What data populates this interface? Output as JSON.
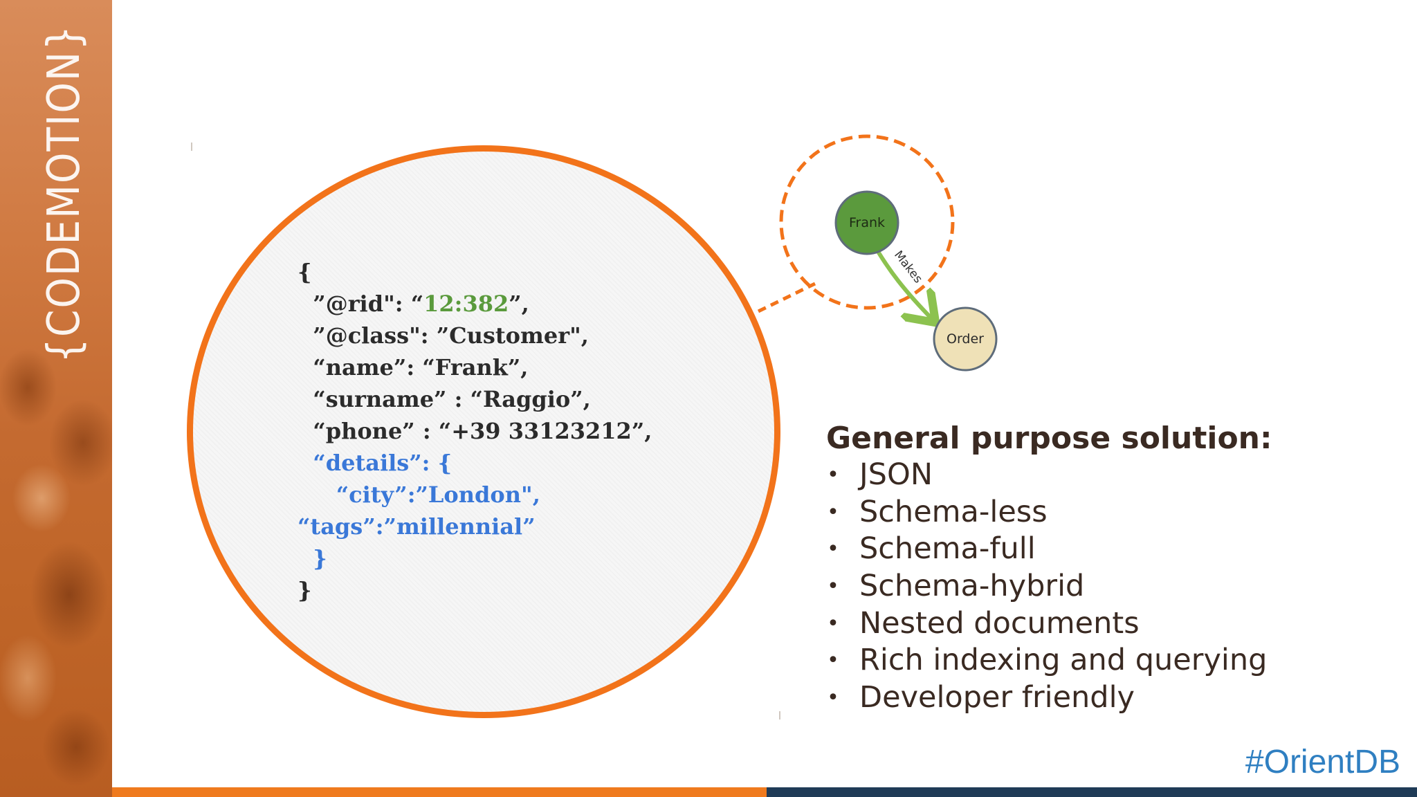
{
  "brand": {
    "logo_text": "{CODEMOTION}",
    "colors": {
      "orange": "#f2731a",
      "navy": "#1f3b57",
      "strip": "#c46a30"
    }
  },
  "json_example": {
    "lines": [
      {
        "text": "{",
        "indent": 0,
        "color": "default"
      },
      {
        "parts": [
          {
            "text": "”@rid\": “",
            "color": "default"
          },
          {
            "text": "12:382",
            "color": "green"
          },
          {
            "text": "”,",
            "color": "default"
          }
        ],
        "indent": 2
      },
      {
        "parts": [
          {
            "text": "”@class\": ”Customer\",",
            "color": "default"
          }
        ],
        "indent": 2
      },
      {
        "parts": [
          {
            "text": "“name”: “Frank”,",
            "color": "default"
          }
        ],
        "indent": 2
      },
      {
        "parts": [
          {
            "text": "“surname” : “Raggio”,",
            "color": "default"
          }
        ],
        "indent": 2
      },
      {
        "parts": [
          {
            "text": "“phone” : “+39 33123212”,",
            "color": "default"
          }
        ],
        "indent": 2
      },
      {
        "parts": [
          {
            "text": "“details”: {",
            "color": "blue"
          }
        ],
        "indent": 2
      },
      {
        "parts": [
          {
            "text": "“city”:”London\",",
            "color": "blue"
          }
        ],
        "indent": 5
      },
      {
        "parts": [
          {
            "text": "“tags”:”millennial”",
            "color": "blue"
          }
        ],
        "indent": 0
      },
      {
        "parts": [
          {
            "text": "}",
            "color": "blue"
          }
        ],
        "indent": 2
      },
      {
        "parts": [
          {
            "text": "}",
            "color": "default"
          }
        ],
        "indent": 0
      }
    ]
  },
  "graph": {
    "nodes": {
      "from": "Frank",
      "to": "Order"
    },
    "edge_label": "Makes",
    "colors": {
      "from": "#5b9a3d",
      "to": "#efe1b7",
      "edge": "#8cc24f",
      "dash": "#f2731a"
    }
  },
  "features": {
    "heading": "General purpose solution:",
    "bullet_glyph": "•",
    "items": [
      "JSON",
      "Schema-less",
      "Schema-full",
      "Schema-hybrid",
      "Nested documents",
      "Rich indexing and querying",
      "Developer friendly"
    ]
  },
  "hashtag": "#OrientDB"
}
